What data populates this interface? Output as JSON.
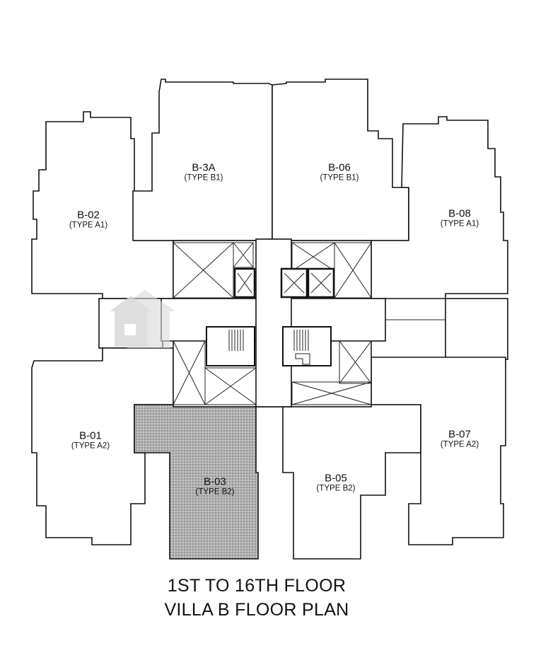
{
  "units": [
    {
      "id": "B-02",
      "type": "(TYPE A1)",
      "highlighted": false
    },
    {
      "id": "B-3A",
      "type": "(TYPE B1)",
      "highlighted": false
    },
    {
      "id": "B-06",
      "type": "(TYPE B1)",
      "highlighted": false
    },
    {
      "id": "B-08",
      "type": "(TYPE A1)",
      "highlighted": false
    },
    {
      "id": "B-01",
      "type": "(TYPE A2)",
      "highlighted": false
    },
    {
      "id": "B-03",
      "type": "(TYPE B2)",
      "highlighted": true
    },
    {
      "id": "B-05",
      "type": "(TYPE B2)",
      "highlighted": false
    },
    {
      "id": "B-07",
      "type": "(TYPE A2)",
      "highlighted": false
    }
  ],
  "title": {
    "line1": "1ST TO 16TH FLOOR",
    "line2": "VILLA B FLOOR PLAN"
  },
  "colors": {
    "highlight": "#9a9a9a",
    "line": "#111111",
    "watermark": "#d9d9d9"
  }
}
